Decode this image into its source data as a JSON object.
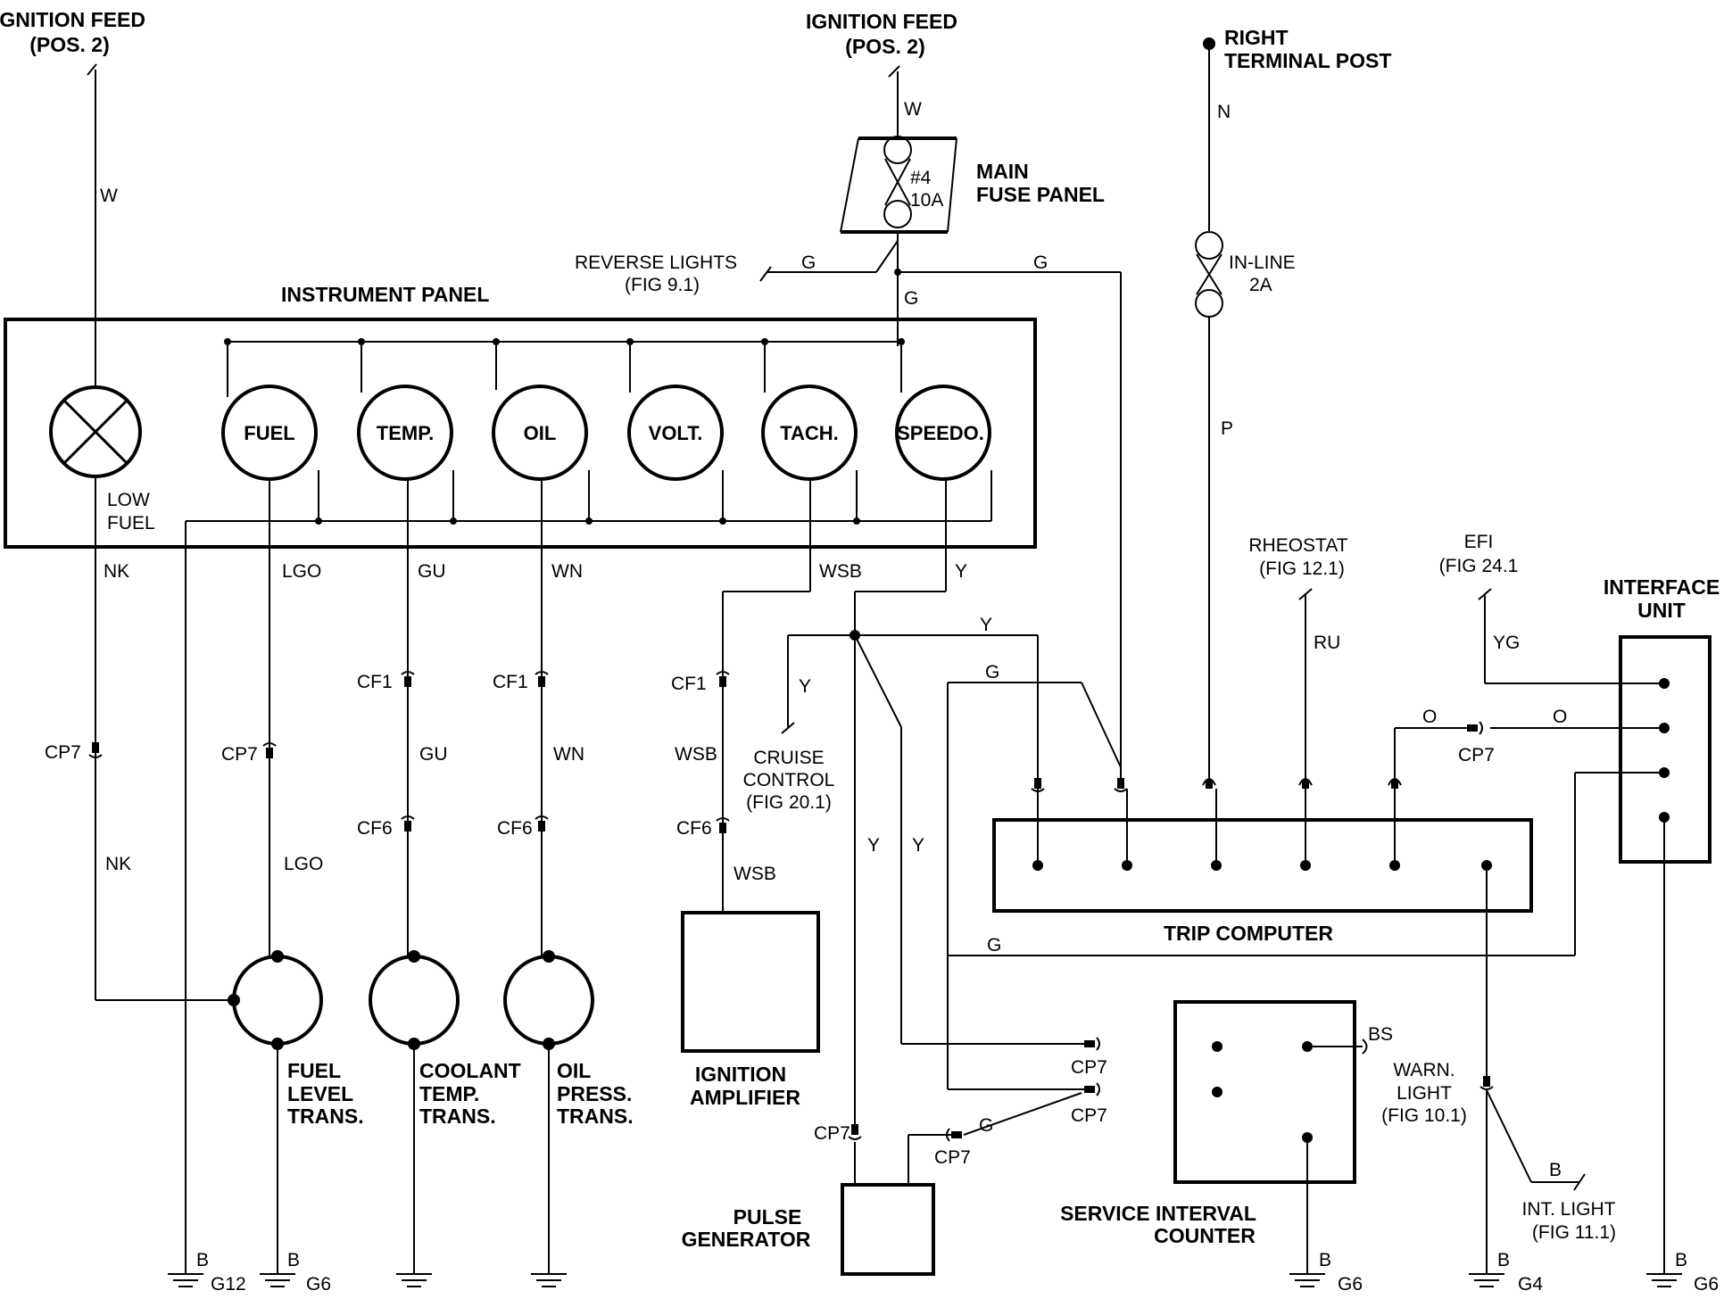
{
  "labels": {
    "ign_feed_left": "IGNITION FEED",
    "ign_feed_left_pos": "(POS. 2)",
    "ign_feed_center": "IGNITION FEED",
    "ign_feed_center_pos": "(POS. 2)",
    "right_terminal_1": "RIGHT",
    "right_terminal_2": "TERMINAL POST",
    "main_fuse_1": "MAIN",
    "main_fuse_2": "FUSE PANEL",
    "fuse_num": "#4",
    "fuse_amp": "10A",
    "inline_1": "IN-LINE",
    "inline_2": "2A",
    "reverse_1": "REVERSE LIGHTS",
    "reverse_2": "(FIG 9.1)",
    "instrument_panel": "INSTRUMENT PANEL",
    "low_fuel_1": "LOW",
    "low_fuel_2": "FUEL",
    "rheostat_1": "RHEOSTAT",
    "rheostat_2": "(FIG 12.1)",
    "efi_1": "EFI",
    "efi_2": "(FIG 24.1",
    "interface_1": "INTERFACE",
    "interface_2": "UNIT",
    "cruise_1": "CRUISE",
    "cruise_2": "CONTROL",
    "cruise_3": "(FIG 20.1)",
    "trip_computer": "TRIP COMPUTER",
    "fuel_trans_1": "FUEL",
    "fuel_trans_2": "LEVEL",
    "fuel_trans_3": "TRANS.",
    "coolant_1": "COOLANT",
    "coolant_2": "TEMP.",
    "coolant_3": "TRANS.",
    "oilp_1": "OIL",
    "oilp_2": "PRESS.",
    "oilp_3": "TRANS.",
    "ign_amp_1": "IGNITION",
    "ign_amp_2": "AMPLIFIER",
    "pulse_1": "PULSE",
    "pulse_2": "GENERATOR",
    "sic_1": "SERVICE INTERVAL",
    "sic_2": "COUNTER",
    "warn_1": "WARN.",
    "warn_2": "LIGHT",
    "warn_3": "(FIG 10.1)",
    "int_light_1": "INT. LIGHT",
    "int_light_2": "(FIG 11.1)"
  },
  "gauges": [
    "FUEL",
    "TEMP.",
    "OIL",
    "VOLT.",
    "TACH.",
    "SPEEDO."
  ],
  "wires": {
    "w1": "W",
    "w2": "W",
    "n": "N",
    "p": "P",
    "g_rev": "G",
    "g_top": "G",
    "g_drop": "G",
    "nk1": "NK",
    "nk2": "NK",
    "lgo1": "LGO",
    "lgo2": "LGO",
    "gu1": "GU",
    "gu2": "GU",
    "wn1": "WN",
    "wn2": "WN",
    "wsb1": "WSB",
    "wsb2": "WSB",
    "wsb3": "WSB",
    "y1": "Y",
    "y2": "Y",
    "y3": "Y",
    "y4": "Y",
    "y5": "Y",
    "g_trip": "G",
    "g_lower": "G",
    "g_pulse": "G",
    "ru": "RU",
    "yg": "YG",
    "o1": "O",
    "o2": "O",
    "bs": "BS",
    "b_int": "B"
  },
  "connectors": {
    "cp7_a": "CP7",
    "cp7_b": "CP7",
    "cp7_c": "CP7",
    "cp7_d": "CP7",
    "cp7_e": "CP7",
    "cp7_f": "CP7",
    "cp7_g": "CP7",
    "cf1_a": "CF1",
    "cf1_b": "CF1",
    "cf1_c": "CF1",
    "cf6_a": "CF6",
    "cf6_b": "CF6",
    "cf6_c": "CF6"
  },
  "grounds": {
    "b1": "B",
    "g12": "G12",
    "b2": "B",
    "g6a": "G6",
    "b3": "B",
    "g6b": "G6",
    "b4": "B",
    "g4": "G4",
    "b5": "B",
    "g6c": "G6"
  }
}
